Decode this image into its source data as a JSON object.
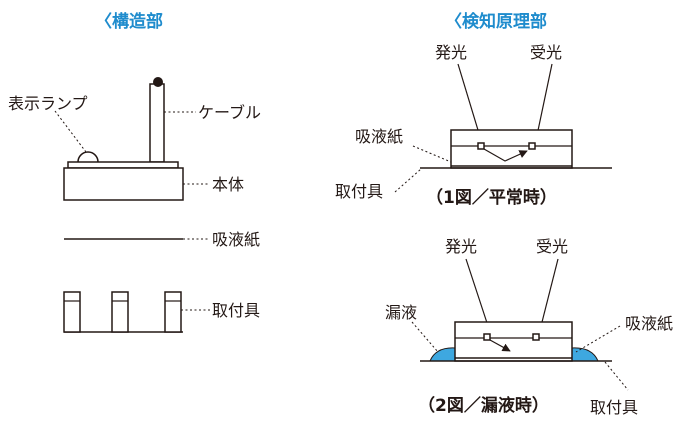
{
  "left": {
    "heading": "〈構造部",
    "labels": {
      "lamp": "表示ランプ",
      "cable": "ケーブル",
      "body": "本体",
      "paper": "吸液紙",
      "mount": "取付具"
    }
  },
  "right": {
    "heading": "〈検知原理部",
    "fig1": {
      "emit": "発光",
      "receive": "受光",
      "paper": "吸液紙",
      "mount": "取付具",
      "caption": "（1図／平常時）"
    },
    "fig2": {
      "emit": "発光",
      "receive": "受光",
      "leak": "漏液",
      "paper": "吸液紙",
      "mount": "取付具",
      "caption": "（2図／漏液時）"
    }
  },
  "colors": {
    "heading": "#1f8ccd",
    "leak": "#3ea8e0",
    "line": "#231815"
  }
}
